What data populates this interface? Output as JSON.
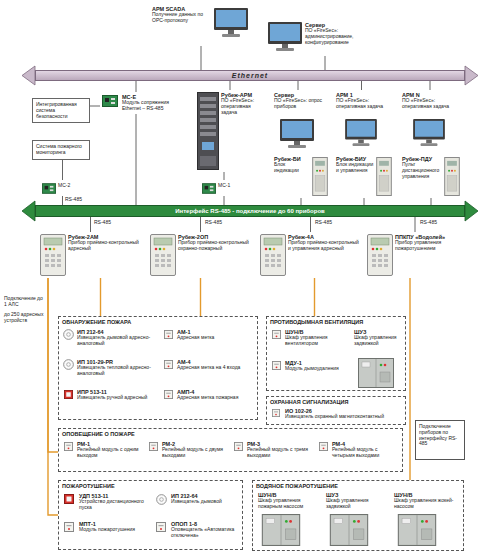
{
  "diagram": {
    "nodes": [
      {
        "text": [
          "АРМ SCADA",
          "Получение данных по OPC-протоколу"
        ]
      },
      {
        "text": [
          "Сервер",
          "ПО «FireSec»: администрирование, конфигурирование"
        ]
      },
      {
        "text": [
          "Ethernet"
        ]
      },
      {
        "text": [
          "Интегрированная система безопасности"
        ]
      },
      {
        "text": [
          "МС-Е",
          "Модуль сопряжения Ethernet – RS-485"
        ]
      },
      {
        "text": [
          "Рубеж-АРМ",
          "ПО «FireSec»: оперативная задача"
        ]
      },
      {
        "text": [
          "Сервер",
          "ПО «FireSec»: опрос приборов"
        ]
      },
      {
        "text": [
          "АРМ 1",
          "ПО «FireSec»: оперативная задача"
        ]
      },
      {
        "text": [
          "АРМ N",
          "ПО «FireSec»: оперативная задача"
        ]
      },
      {
        "text": [
          "Система пожарного мониторинга"
        ]
      },
      {
        "text": [
          "МС-2"
        ]
      },
      {
        "text": [
          "МС-1"
        ]
      },
      {
        "text": [
          "Рубеж-БИ",
          "Блок индикации"
        ]
      },
      {
        "text": [
          "Рубеж-БИУ",
          "Блок индикации и управления"
        ]
      },
      {
        "text": [
          "Рубеж-ПДУ",
          "Пульт дистанционного управления"
        ]
      },
      {
        "text": [
          "Интерфейс RS-485 - подключение до 60 приборов"
        ]
      },
      {
        "text": [
          "Рубеж-2АМ",
          "Прибор приёмно-контрольный адресный"
        ]
      },
      {
        "text": [
          "Рубеж-2ОП",
          "Прибор приёмно-контрольный охранно-пожарный"
        ]
      },
      {
        "text": [
          "Рубеж-4А",
          "Прибор приёмно-контрольный и управления адресный"
        ]
      },
      {
        "text": [
          "ППКПУ «Водолей»",
          "Прибор управления пожаротушением"
        ]
      },
      {
        "text": [
          "ОБНАРУЖЕНИЕ ПОЖАРА"
        ]
      },
      {
        "text": [
          "ИП 212-64",
          "Извещатель дымовой адресно-аналоговый"
        ],
        "in": 20
      },
      {
        "text": [
          "ИП 101-29-PR",
          "Извещатель тепловой адресно-аналоговый"
        ],
        "in": 20
      },
      {
        "text": [
          "ИПР 513-11",
          "Извещатель ручной адресный"
        ],
        "in": 20
      },
      {
        "text": [
          "АМ-1",
          "Адресная метка"
        ],
        "in": 20
      },
      {
        "text": [
          "АМ-4",
          "Адресная метка на 4 входа"
        ],
        "in": 20
      },
      {
        "text": [
          "АМП-4",
          "Адресная метка пожарная"
        ],
        "in": 20
      },
      {
        "text": [
          "ПРОТИВОДЫМНАЯ ВЕНТИЛЯЦИЯ"
        ]
      },
      {
        "text": [
          "ШУН/В",
          "Шкаф управления вентилятором"
        ],
        "in": 27
      },
      {
        "text": [
          "МДУ-1",
          "Модуль дымоудаления"
        ],
        "in": 27
      },
      {
        "text": [
          "ШУЗ",
          "Шкаф управления задвижкой"
        ],
        "in": 27
      },
      {
        "text": [
          "ОХРАННАЯ СИГНАЛИЗАЦИЯ"
        ]
      },
      {
        "text": [
          "ИО 102-26",
          "Извещатель охранный магнитоконтактный"
        ],
        "in": 31
      },
      {
        "text": [
          "Подключение приборов по интерфейсу RS-485"
        ]
      },
      {
        "text": [
          "ОПОВЕЩЕНИЕ О ПОЖАРЕ"
        ]
      },
      {
        "text": [
          "РМ-1",
          "Релейный модуль с одним выходом"
        ],
        "in": 34
      },
      {
        "text": [
          "РМ-2",
          "Релейный модуль с двумя выходами"
        ],
        "in": 34
      },
      {
        "text": [
          "РМ-3",
          "Релейный модуль с тремя выходами"
        ],
        "in": 34
      },
      {
        "text": [
          "РМ-4",
          "Релейный модуль с четырьмя выходами"
        ],
        "in": 34
      },
      {
        "text": [
          "ПОЖАРОТУШЕНИЕ"
        ]
      },
      {
        "text": [
          "УДП 513-11",
          "Устройство дистанционного пуска"
        ],
        "in": 39
      },
      {
        "text": [
          "МПТ-1",
          "Модуль пожаротушения"
        ],
        "in": 39
      },
      {
        "text": [
          "ИП 212-64",
          "Извещатель дымовой"
        ],
        "in": 39
      },
      {
        "text": [
          "ОПОП 1-8",
          "Оповещатель «Автоматика отключена»"
        ],
        "in": 39
      },
      {
        "text": [
          "ВОДЯНОЕ ПОЖАРОТУШЕНИЕ"
        ]
      },
      {
        "text": [
          "ШУН/В",
          "Шкаф управления пожарным насосом"
        ],
        "in": 44
      },
      {
        "text": [
          "ШУЗ",
          "Шкаф управления задвижкой"
        ],
        "in": 44
      },
      {
        "text": [
          "ШУН/В",
          "Шкаф управления жокей-насосом"
        ],
        "in": 44
      }
    ],
    "edges": [
      {
        "from": 0,
        "to": 2,
        "arrow": "none"
      },
      {
        "from": 1,
        "to": 2,
        "arrow": "none"
      },
      {
        "from": 3,
        "to": 4,
        "arrow": "none"
      },
      {
        "from": 4,
        "to": 2,
        "arrow": "none"
      },
      {
        "from": 4,
        "to": 15,
        "arrow": "none"
      },
      {
        "from": 5,
        "to": 2,
        "arrow": "none"
      },
      {
        "from": 5,
        "to": 11,
        "arrow": "none"
      },
      {
        "from": 6,
        "to": 2,
        "arrow": "none"
      },
      {
        "from": 7,
        "to": 2,
        "arrow": "none"
      },
      {
        "from": 8,
        "to": 2,
        "arrow": "none"
      },
      {
        "from": 9,
        "to": 10,
        "arrow": "none"
      },
      {
        "from": 10,
        "to": 15,
        "arrow": "none"
      },
      {
        "from": 11,
        "to": 15,
        "arrow": "none"
      },
      {
        "from": 12,
        "to": 15,
        "arrow": "none"
      },
      {
        "from": 13,
        "to": 15,
        "arrow": "none"
      },
      {
        "from": 14,
        "to": 15,
        "arrow": "none"
      },
      {
        "from": 15,
        "to": 16,
        "arrow": "none"
      },
      {
        "from": 15,
        "to": 17,
        "arrow": "none"
      },
      {
        "from": 15,
        "to": 18,
        "arrow": "none"
      },
      {
        "from": 15,
        "to": 19,
        "arrow": "none"
      },
      {
        "from": 16,
        "to": 20,
        "arrow": "none"
      },
      {
        "from": 17,
        "to": 20,
        "arrow": "none"
      },
      {
        "from": 18,
        "to": 27,
        "arrow": "none"
      },
      {
        "from": 16,
        "to": 34,
        "arrow": "none"
      },
      {
        "from": 16,
        "to": 39,
        "arrow": "none"
      },
      {
        "from": 19,
        "to": 44,
        "arrow": "none"
      }
    ],
    "labels": [
      "RS-485",
      "RS-485",
      "RS-485",
      "RS-485",
      "RS-485",
      "Подключение до 1 АЛС",
      "до 250 адресных устройств"
    ]
  }
}
